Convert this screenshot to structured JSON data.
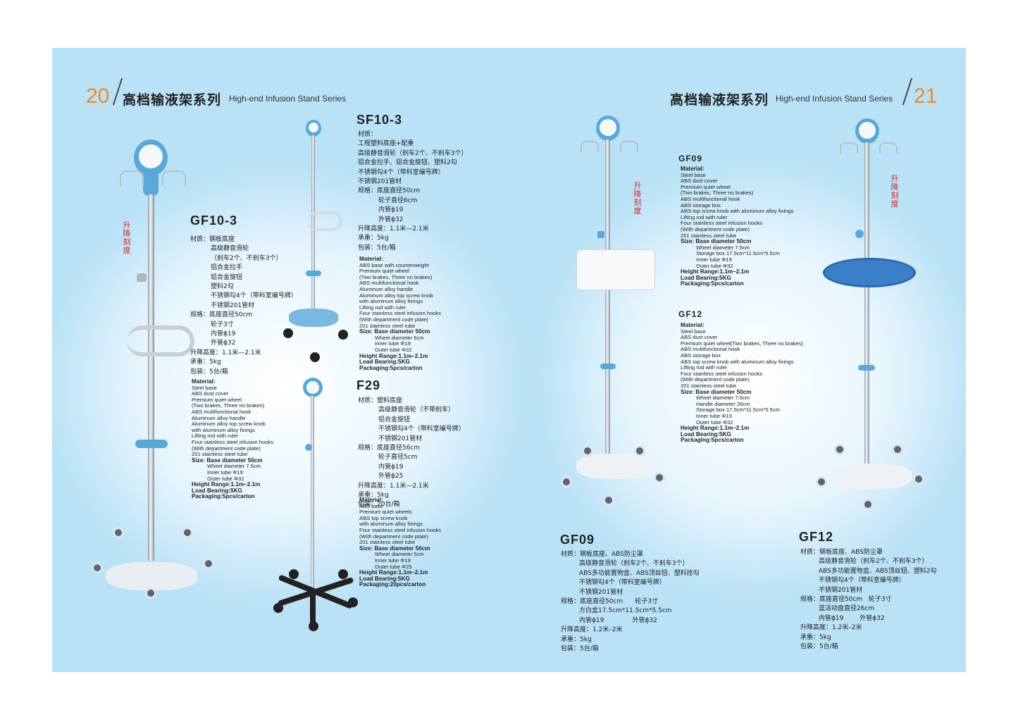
{
  "header_left": {
    "page_num": "20",
    "title_cn": "高档输液架系列",
    "title_en": "High-end Infusion Stand Series"
  },
  "header_right": {
    "page_num": "21",
    "title_cn": "高档输液架系列",
    "title_en": "High-end Infusion Stand Series"
  },
  "lift_scale_label": "升降刻度",
  "products": {
    "gf10_3": {
      "model": "GF10-3",
      "cn": [
        "材质：钢板底座",
        "高级静音滑轮",
        "（刹车2个、不刹车3个）",
        "铝合金拉手",
        "铝合金旋钮",
        "塑料2勾",
        "不锈钢勾4个（带科室编号牌）",
        "不锈钢201管材",
        "规格：底座直径50cm",
        "轮子3寸",
        "内管ϕ19",
        "外管ϕ32",
        "升降高度：1.1米—2.1米",
        "承重：5kg",
        "包装：5台/箱"
      ],
      "en": [
        "Material:",
        "Steel base",
        "ABS dust cover",
        "Premium quiet wheel",
        "(Two brakes, Three no brakes)",
        "ABS multifunctional hook",
        "Aluminum alloy handle",
        "Aluminum alloy top screw knob",
        "with aluminum alloy fixings",
        "Lifting rod with ruler",
        "Four stainless steel infusion hooks",
        "(With department code plate)",
        "201 stainless steel tube",
        "Size: Base diameter 50cm",
        "Wheel diameter 7.5cm",
        "Inner tube Φ19",
        "Outer tube Φ32",
        "Height Range:1.1m–2.1m",
        "Load Bearing:5KG",
        "Packaging:5pcs/carton"
      ]
    },
    "sf10_3": {
      "model": "SF10-3",
      "cn": [
        "材质：",
        "工程塑料底座+配重",
        "高级静音滑轮（刹车2个、不刹车3个）",
        "铝合金拉手、铝合金旋钮、塑料2勾",
        "不锈钢勾4个（带科室编号牌）",
        "不锈钢201管材",
        "规格：底座直径50cm",
        "轮子直径6cm",
        "内管ϕ19",
        "外管ϕ32",
        "升降高度：1.1米—2.1米",
        "承重：5kg",
        "包装：5台/箱"
      ],
      "en": [
        "Material:",
        "ABS base with counterweight",
        "Premium quiet wheel",
        "(Two brakes, Three no brakes)",
        "ABS multifunctional hook",
        "Aluminum alloy handle",
        "Aluminum alloy top screw knob",
        "with aluminum alloy fixings",
        "Lifting rod with ruler",
        "Four stainless steel infusion hooks",
        "(With department code plate)",
        "201 stainless steel tube",
        "Size: Base diameter 50cm",
        "Wheel diameter 6cm",
        "Inner tube Φ19",
        "Outer tube Φ32",
        "Height Range:1.1m–2.1m",
        "Load Bearing:5KG",
        "Packaging:5pcs/carton"
      ]
    },
    "f29": {
      "model": "F29",
      "cn": [
        "材质：塑料底座",
        "高级静音滑轮（不带刹车）",
        "铝合金旋钮",
        "不锈钢勾4个（带科室编号牌）",
        "不锈钢201管材",
        "规格：底座直径56cm",
        "轮子直径5cm",
        "内管ϕ19",
        "外管ϕ25",
        "升降高度：1.1米—2.1米",
        "承重：5kg",
        "包装：20台/箱"
      ],
      "en": [
        "Material:",
        "ABS base",
        "Premium quiet wheels",
        "ABS top screw knob",
        "with aluminum alloy fixings",
        "Four stainless steel infusion hooks",
        "(With department code plate)",
        "201 stainless steel tube",
        "Size: Base diameter 56cm",
        "Wheel diameter 5cm",
        "Inner tube Φ19",
        "Outer tube Φ25",
        "Height Range:1.1m–2.1m",
        "Load Bearing:5KG",
        "Packaging:20pcs/carton"
      ]
    },
    "gf09_en": {
      "model": "GF09",
      "en": [
        "Material:",
        "Steel base",
        "ABS dust cover",
        "Premium quiet wheel",
        "(Two brakes, Three no brakes)",
        "ABS multifunctional hook",
        "ABS storage box",
        "ABS top screw knob with aluminum alloy fixings",
        "Lifting rod with ruler",
        "Four stainless steel infusion hooks",
        "(With department code plate)",
        "201 stainless steel tube",
        "Size: Base diameter 50cm",
        "Wheel diameter 7.5cm",
        "Storage box 17.5cm*11.5cm*5.5cm",
        "Inner tube Φ19",
        "Outer tube Φ32",
        "Height Range:1.1m–2.1m",
        "Load Bearing:5KG",
        "Packaging:5pcs/carton"
      ]
    },
    "gf12_en": {
      "model": "GF12",
      "en": [
        "Material:",
        "Steel base",
        "ABS dust cover",
        "Premium quiet wheel(Two brakes, Three no brakes)",
        "ABS multifunctional hook",
        "ABS storage box",
        "ABS top screw knob with aluminum alloy fixings",
        "Lifting rod with ruler",
        "Four stainless steel infusion hooks",
        "(With department code plate)",
        "201 stainless steel tube",
        "Size: Base diameter 50cm",
        "Wheel diameter 7.5cm",
        "Handle diameter 26cm",
        "Storage box 17.5cm*11.5cm*5.5cm",
        "Inner tube Φ19",
        "Outer tube Φ32",
        "Height Range:1.1m–2.1m",
        "Load Bearing:5KG",
        "Packaging:5pcs/carton"
      ]
    },
    "gf09_cn": {
      "model": "GF09",
      "cn": [
        "材质：钢板底座、ABS防尘罩",
        "高级静音滑轮（刹车2个、不刹车3个）",
        "ABS多功能置物盒、ABS顶丝钮、塑料挂勾",
        "不锈钢勾4个（带科室编号牌）",
        "不锈钢201管材",
        "规格：底座直径50cm      轮子3寸",
        "方白盒17.5cm*11.5cm*5.5cm",
        "内管ϕ19              外管ϕ32",
        "升降高度：1.2米–2米",
        "承重：5kg",
        "包装：5台/箱"
      ]
    },
    "gf12_cn": {
      "model": "GF12",
      "cn": [
        "材质：钢板底座、ABS防尘罩",
        "高级静音滑轮（刹车2个、不刹车3个）",
        "ABS多功能置物盒、ABS顶丝钮、塑料2勾",
        "不锈钢勾4个（带科室编号牌）",
        "不锈钢201管材",
        "规格：底座直径50cm   轮子3寸",
        "蓝活动盘直径26cm",
        "内管ϕ19        外管ϕ32",
        "升降高度：1.2米–2米",
        "承重：5kg",
        "包装：5台/箱"
      ]
    }
  }
}
